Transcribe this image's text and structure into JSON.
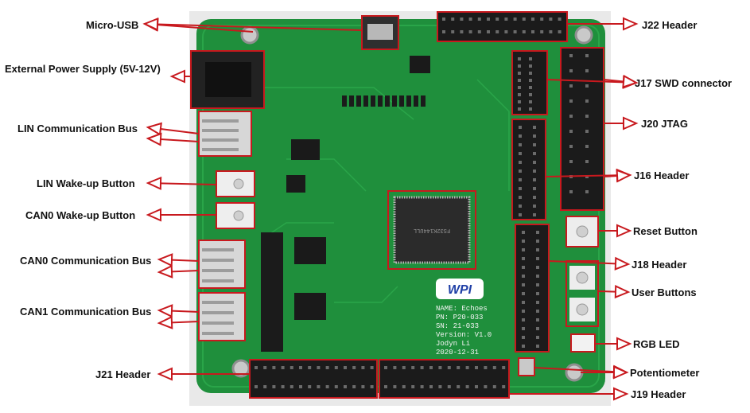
{
  "colors": {
    "pcb": "#1f8f3c",
    "pcb_dark": "#14652a",
    "annotation": "#c8191e",
    "header_plastic": "#1b1b1b",
    "pin": "#6b6b6b"
  },
  "labels": {
    "micro_usb": "Micro-USB",
    "ext_power": "External Power Supply  (5V-12V)",
    "lin_bus": "LIN Communication Bus",
    "lin_wake": "LIN Wake-up Button",
    "can0_wake": "CAN0 Wake-up Button",
    "can0_bus": "CAN0 Communication Bus",
    "can1_bus": "CAN1 Communication Bus",
    "j21": "J21 Header",
    "j22": "J22 Header",
    "j17": "J17 SWD connector",
    "j20": "J20 JTAG",
    "j16": "J16 Header",
    "reset": "Reset Button",
    "j18": "J18 Header",
    "user_buttons": "User Buttons",
    "rgb_led": "RGB LED",
    "potentiometer": "Potentiometer",
    "j19": "J19 Header"
  },
  "board_silk": {
    "name": "NAME: Echoes",
    "pn": "PN: P20-033",
    "sn": "SN: 21-033",
    "version": "Version: V1.0",
    "author": "Jodyn Li",
    "date": "2020-12-31",
    "logo": "WPI",
    "chip": "FS32K144ULL"
  }
}
